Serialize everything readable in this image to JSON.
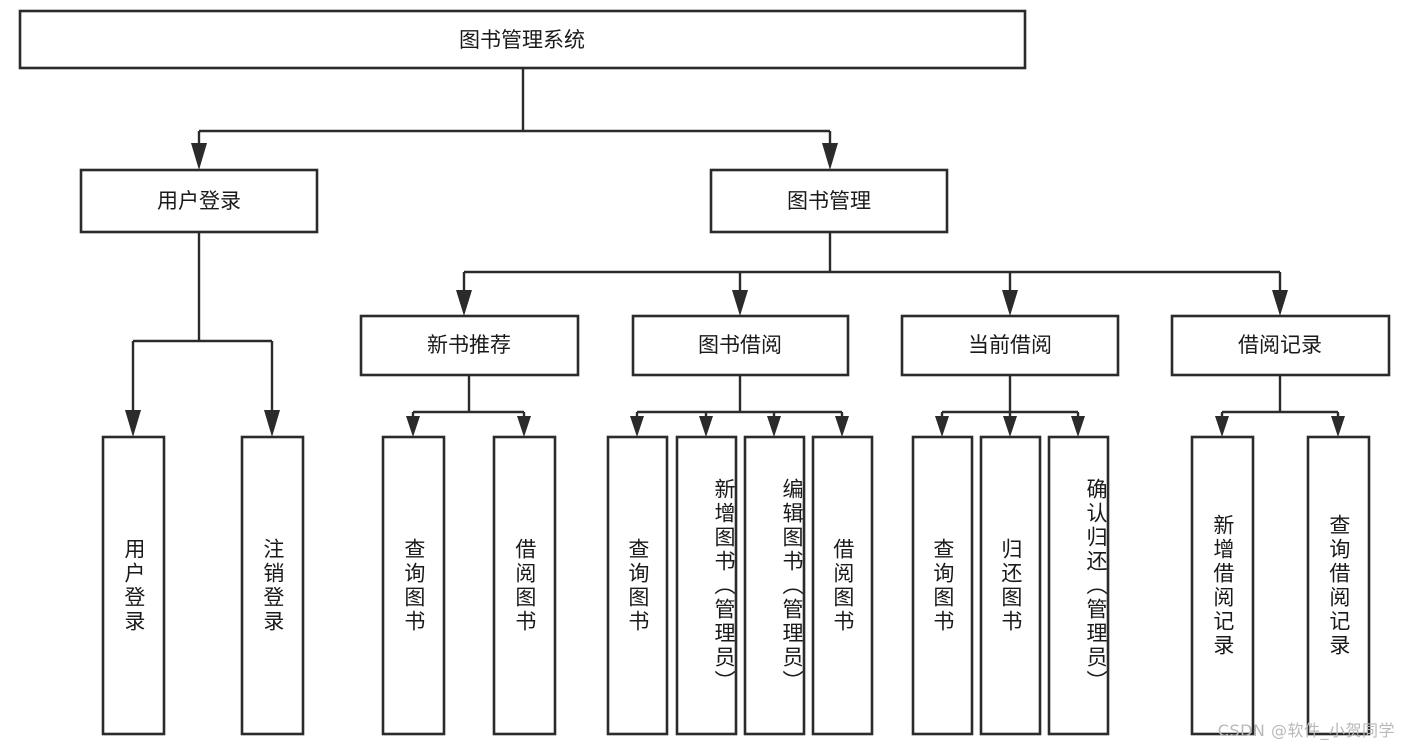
{
  "diagram": {
    "title": "图书管理系统",
    "type": "tree",
    "root": {
      "id": "root",
      "label": "图书管理系统"
    },
    "level2": [
      {
        "id": "user-login",
        "label": "用户登录"
      },
      {
        "id": "book-manage",
        "label": "图书管理"
      }
    ],
    "level3": [
      {
        "id": "new-book-rec",
        "label": "新书推荐",
        "parent": "book-manage"
      },
      {
        "id": "book-borrow",
        "label": "图书借阅",
        "parent": "book-manage"
      },
      {
        "id": "current-borrow",
        "label": "当前借阅",
        "parent": "book-manage"
      },
      {
        "id": "borrow-record",
        "label": "借阅记录",
        "parent": "book-manage"
      }
    ],
    "leaves": [
      {
        "id": "leaf-user-login",
        "label": "用户登录",
        "parent": "user-login"
      },
      {
        "id": "leaf-user-logout",
        "label": "注销登录",
        "parent": "user-login"
      },
      {
        "id": "leaf-rec-query-book",
        "label": "查询图书",
        "parent": "new-book-rec"
      },
      {
        "id": "leaf-rec-borrow-book",
        "label": "借阅图书",
        "parent": "new-book-rec"
      },
      {
        "id": "leaf-borrow-query-book",
        "label": "查询图书",
        "parent": "book-borrow"
      },
      {
        "id": "leaf-borrow-add-book",
        "label": "新增图书（管理员）",
        "parent": "book-borrow"
      },
      {
        "id": "leaf-borrow-edit-book",
        "label": "编辑图书（管理员）",
        "parent": "book-borrow"
      },
      {
        "id": "leaf-borrow-borrow-book",
        "label": "借阅图书",
        "parent": "book-borrow"
      },
      {
        "id": "leaf-current-query-book",
        "label": "查询图书",
        "parent": "current-borrow"
      },
      {
        "id": "leaf-current-return-book",
        "label": "归还图书",
        "parent": "current-borrow"
      },
      {
        "id": "leaf-current-confirm-return",
        "label": "确认归还（管理员）",
        "parent": "current-borrow"
      },
      {
        "id": "leaf-record-add",
        "label": "新增借阅记录",
        "parent": "borrow-record"
      },
      {
        "id": "leaf-record-query",
        "label": "查询借阅记录",
        "parent": "borrow-record"
      }
    ],
    "colors": {
      "box_fill": "#ffffff",
      "box_stroke": "#2b2b2b",
      "connector": "#2b2b2b",
      "text": "#1a1a1a",
      "background": "#ffffff",
      "watermark": "#b9b9b9"
    }
  },
  "watermark": {
    "text": "CSDN @软件_小贺同学"
  }
}
